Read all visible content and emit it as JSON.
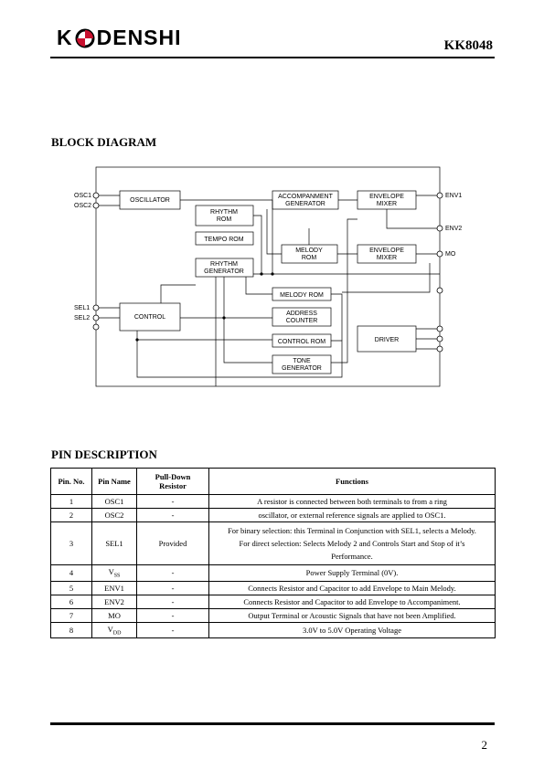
{
  "header": {
    "brand_left": "K",
    "brand_right": "DENSHI",
    "part_number": "KK8048"
  },
  "block_diagram": {
    "title": "BLOCK  DIAGRAM",
    "pins": {
      "osc1": "OSC1",
      "osc2": "OSC2",
      "sel1": "SEL1",
      "sel2": "SEL2",
      "env1": "ENV1",
      "env2": "ENV2",
      "mo": "MO"
    },
    "blocks": {
      "oscillator": "OSCILLATOR",
      "rhythm_rom_1": "RHYTHM",
      "rhythm_rom_2": "ROM",
      "tempo_rom": "TEMPO  ROM",
      "rhythm_gen_1": "RHYTHM",
      "rhythm_gen_2": "GENERATOR",
      "accomp_gen_1": "ACCOMPANMENT",
      "accomp_gen_2": "GENERATOR",
      "env_mixer1_1": "ENVELOPE",
      "env_mixer1_2": "MIXER",
      "melody_rom_1": "MELODY",
      "melody_rom_2": "ROM",
      "env_mixer2_1": "ENVELOPE",
      "env_mixer2_2": "MIXER",
      "melody_rom_b": "MELODY  ROM",
      "address_counter_1": "ADDRESS",
      "address_counter_2": "COUNTER",
      "control_rom": "CONTROL  ROM",
      "control": "CONTROL",
      "driver": "DRIVER",
      "tone_gen_1": "TONE",
      "tone_gen_2": "GENERATOR"
    }
  },
  "pin_description": {
    "title": "PIN  DESCRIPTION",
    "headers": {
      "pin_no": "Pin. No.",
      "pin_name": "Pin Name",
      "pulldown_1": "Pull-Down",
      "pulldown_2": "Resistor",
      "functions": "Functions"
    },
    "rows": [
      {
        "no": "1",
        "name": "OSC1",
        "pulldown": "-",
        "function": "A resistor is connected between both terminals to from a ring"
      },
      {
        "no": "2",
        "name": "OSC2",
        "pulldown": "-",
        "function": "oscillator, or external reference signals are applied to OSC1."
      },
      {
        "no": "3",
        "name": "SEL1",
        "pulldown": "Provided",
        "function_1": "For binary selection: this Terminal in Conjunction with SEL1, selects  a Melody.",
        "function_2": "For direct selection:  Selects Melody 2 and Controls Start and Stop of   it’s",
        "function_3": "Performance."
      },
      {
        "no": "4",
        "name": "V",
        "name_sub": "SS",
        "pulldown": "-",
        "function": "Power Supply Terminal (0V)."
      },
      {
        "no": "5",
        "name": "ENV1",
        "pulldown": "-",
        "function": "Connects Resistor and Capacitor to add Envelope to Main Melody."
      },
      {
        "no": "6",
        "name": "ENV2",
        "pulldown": "-",
        "function": "Connects Resistor and Capacitor to add Envelope to Accompaniment."
      },
      {
        "no": "7",
        "name": "MO",
        "pulldown": "-",
        "function": "Output Terminal or Acoustic Signals that have not been Amplified."
      },
      {
        "no": "8",
        "name": "V",
        "name_sub": "DD",
        "pulldown": "-",
        "function": "3.0V to 5.0V Operating Voltage"
      }
    ]
  },
  "footer": {
    "page_number": "2"
  }
}
